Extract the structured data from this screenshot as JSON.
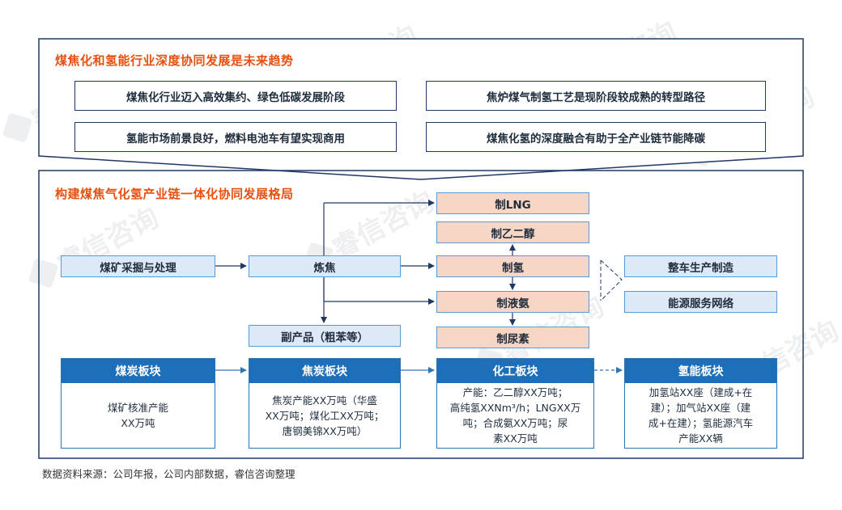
{
  "top_section": {
    "title": "煤焦化和氢能行业深度协同发展是未来趋势",
    "items": [
      "煤焦化行业迈入高效集约、绿色低碳发展阶段",
      "焦炉煤气制氢工艺是现阶段较成熟的转型路径",
      "氢能市场前景良好，燃料电池车有望实现商用",
      "煤焦化氢的深度融合有助于全产业链节能降碳"
    ]
  },
  "bottom_section": {
    "title": "构建煤焦气化氢产业链一体化协同发展格局",
    "flow": {
      "mining": "煤矿采掘与处理",
      "coking": "炼焦",
      "byproduct": "副产品（粗苯等）",
      "products": [
        "制LNG",
        "制乙二醇",
        "制氢",
        "制液氨",
        "制尿素"
      ],
      "applications": [
        "整车生产制造",
        "能源服务网络"
      ]
    },
    "panels": [
      {
        "title": "煤炭板块",
        "body": "煤矿核准产能\nXX万吨"
      },
      {
        "title": "焦炭板块",
        "body": "焦炭产能XX万吨（华盛\nXX万吨；煤化工XX万吨；\n唐钢美锦XX万吨）"
      },
      {
        "title": "化工板块",
        "body": "产能：乙二醇XX万吨；\n高纯氢XXNm³/h；LNGXX万\n吨；合成氨XX万吨；尿\n素XX万吨"
      },
      {
        "title": "氢能板块",
        "body": "加氢站XX座（建成+在\n建）；加气站XX座（建\n成+在建）；氢能源汽车\n产能XX辆"
      }
    ]
  },
  "source": "数据资料来源：公司年报，公司内部数据，睿信咨询整理",
  "watermark": "睿信咨询",
  "colors": {
    "title_orange": "#e8500f",
    "frame_navy": "#1f3864",
    "panel_blue": "#1e6fba",
    "light_blue_box": "#dce9f6",
    "salmon_box": "#f8d6c6"
  }
}
